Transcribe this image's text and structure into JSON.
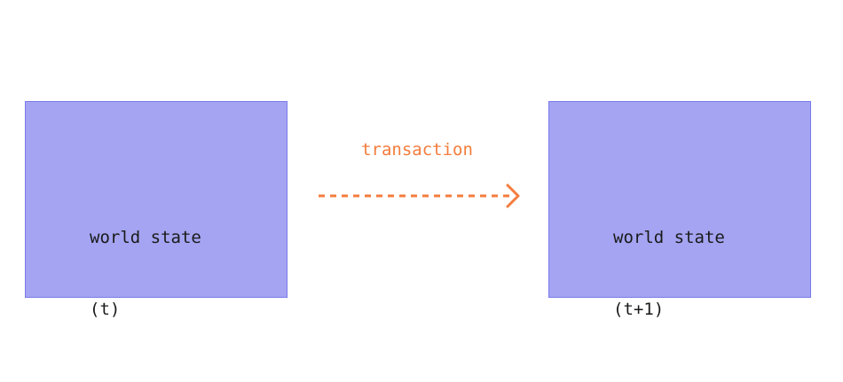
{
  "colors": {
    "box_fill": "#a4a4f2",
    "box_border": "#7b7beb",
    "arrow": "#f47c3c",
    "text": "#1a1a1a"
  },
  "states": [
    {
      "line1": "world state",
      "line2": "(t)"
    },
    {
      "line1": "world state",
      "line2": "(t+1)"
    }
  ],
  "transition": {
    "label": "transaction",
    "style": "dashed-arrow"
  }
}
